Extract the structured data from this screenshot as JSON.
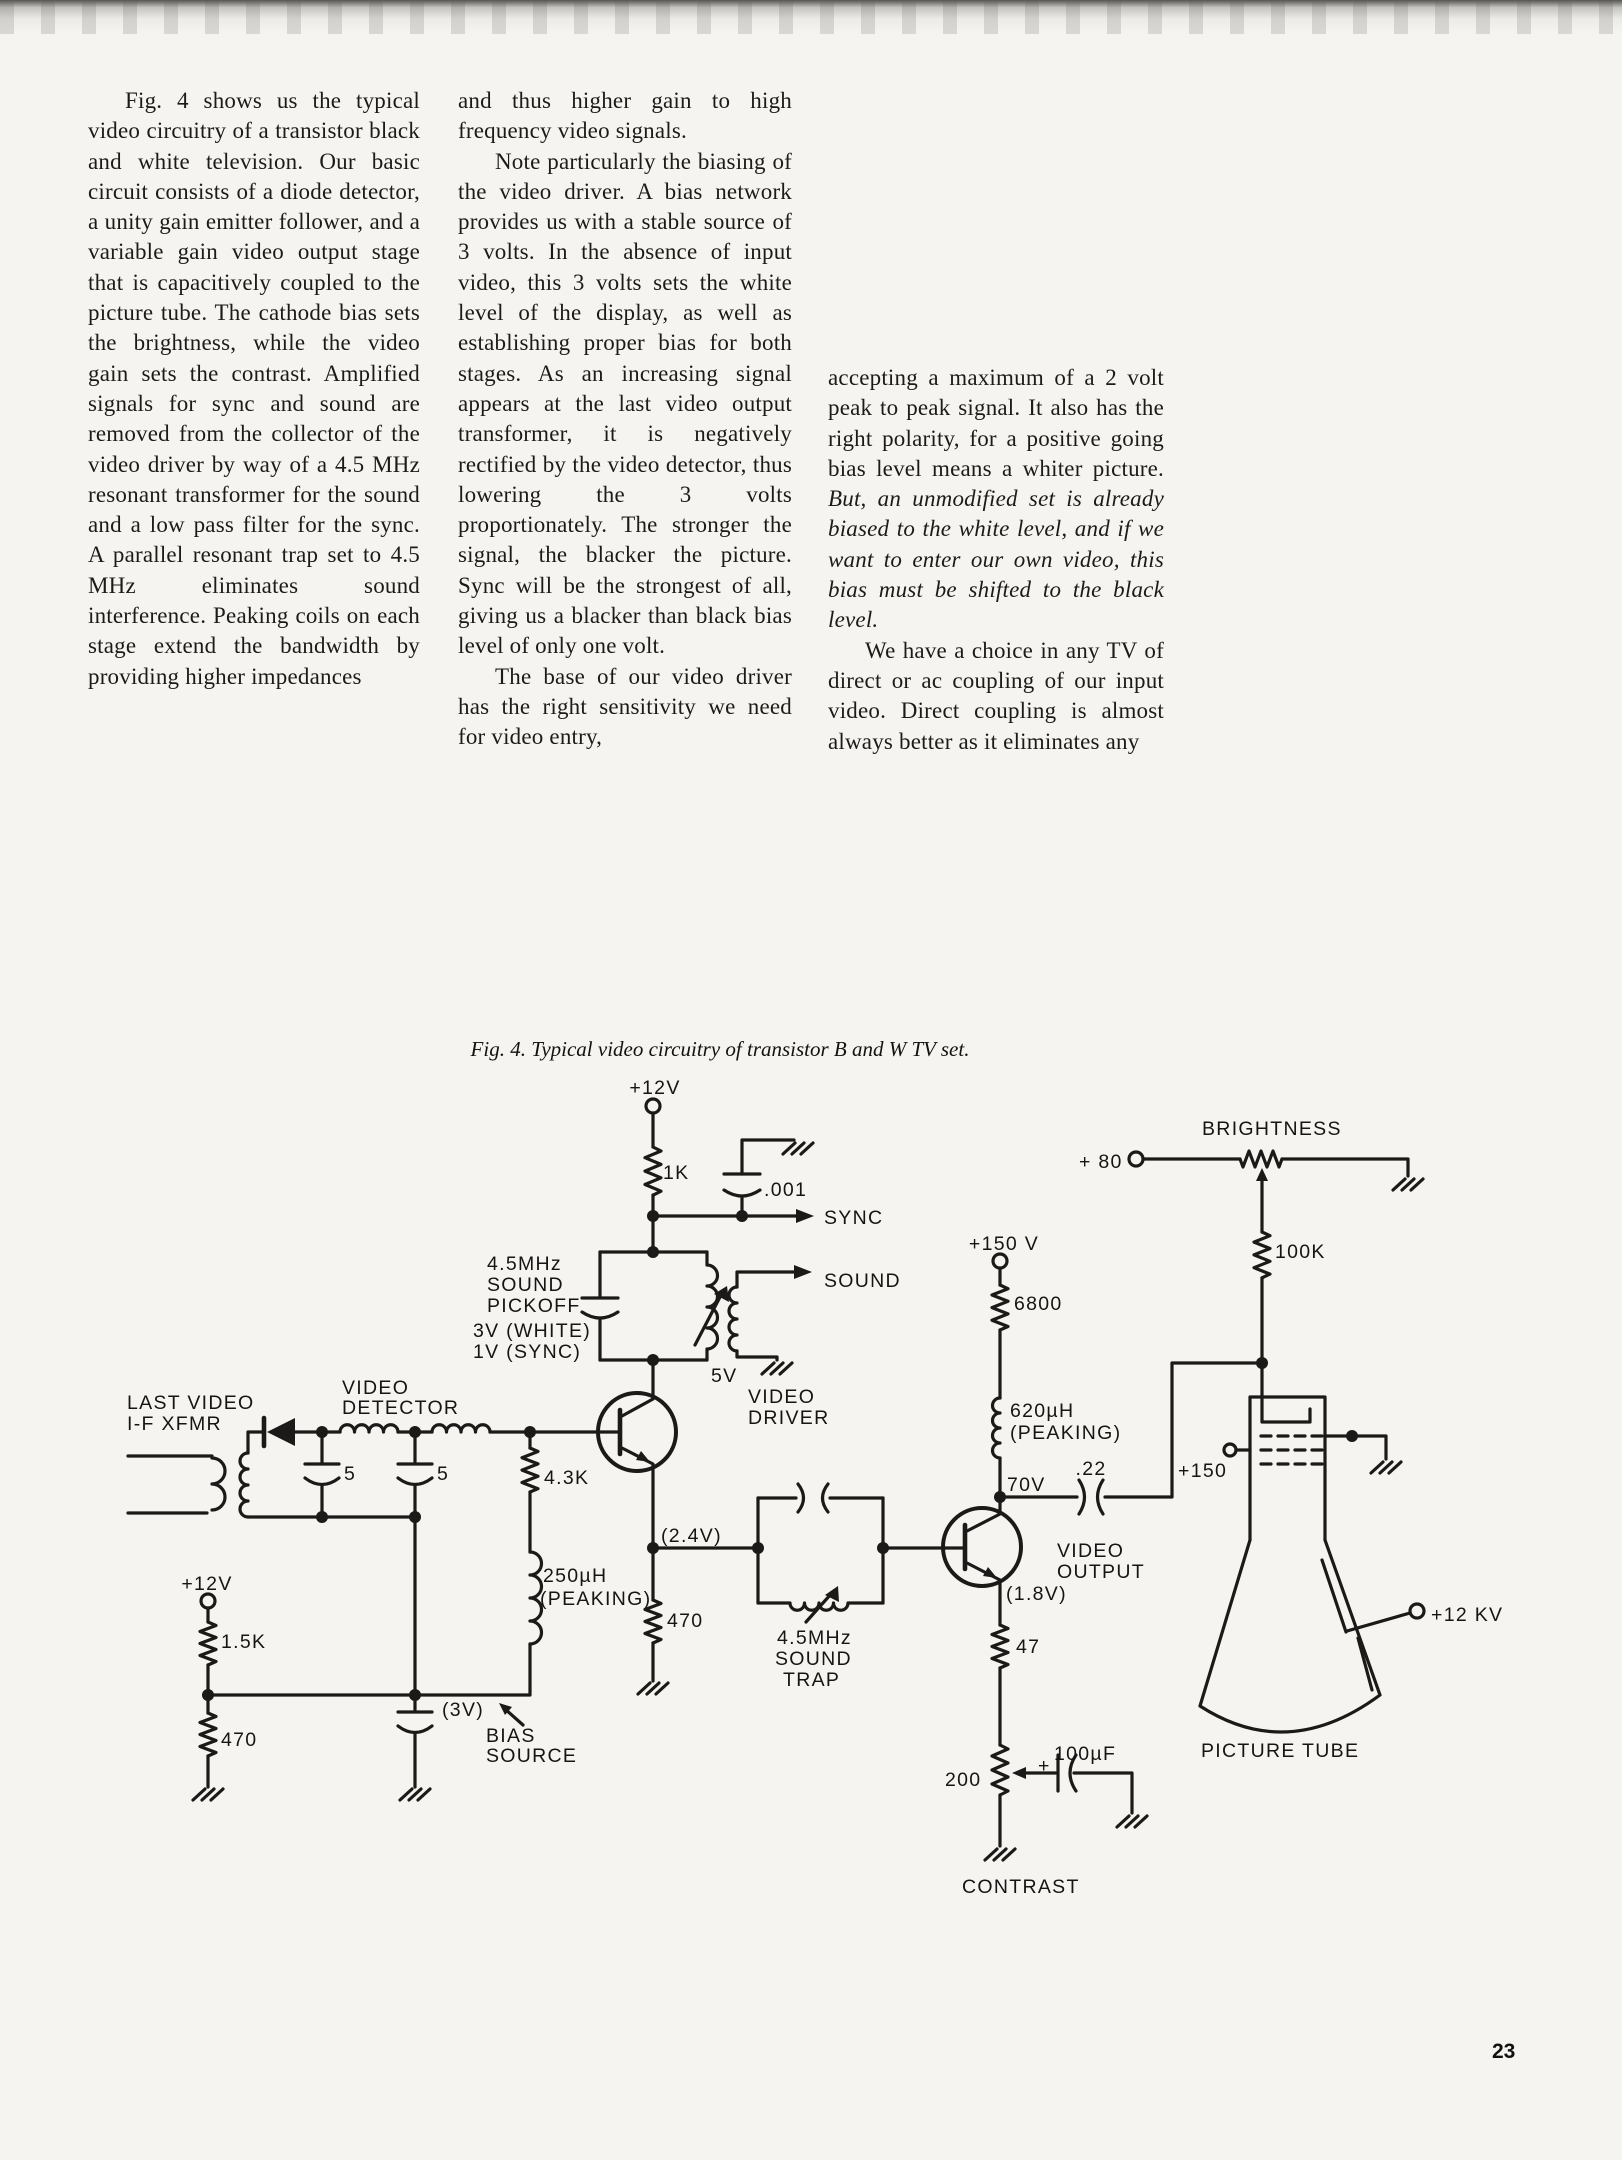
{
  "article": {
    "col1": {
      "p1": "Fig. 4 shows us the typical video circuitry of a transistor black and white television. Our basic circuit consists of a diode detector, a unity gain emitter follower, and a variable gain video output stage that is capacitively coupled to the picture tube. The cathode bias sets the brightness, while the video gain sets the contrast. Amplified signals for sync and sound are removed from the collector of the video driver by way of a 4.5 MHz resonant transformer for the sound and a low pass filter for the sync. A parallel resonant trap set to 4.5 MHz eliminates sound interference. Peaking coils on each stage extend the bandwidth by providing higher impedances"
    },
    "col2": {
      "p1": "and thus higher gain to high frequency video signals.",
      "p2": "Note particularly the biasing of the video driver. A bias network provides us with a stable source of 3 volts. In the absence of input video, this 3 volts sets the white level of the display, as well as establishing proper bias for both stages. As an increasing signal appears at the last video output transformer, it is negatively rectified by the video detector, thus lowering the 3 volts proportionately. The stronger the signal, the blacker the picture. Sync will be the strongest of all, giving us a blacker than black bias level of only one volt.",
      "p3": "The base of our video driver has the right sensitivity we need for video entry,"
    },
    "col3": {
      "p1_normal": "accepting a maximum of a 2 volt peak to peak signal. It also has the right polarity, for a positive going bias level means a whiter picture. ",
      "p1_italic": "But, an unmodified set is already biased to the white level, and if we want to enter our own video, this bias must be shifted to the black level.",
      "p2": "We have a choice in any TV of direct or ac coupling of our input video. Direct coupling is almost always better as it eliminates any"
    }
  },
  "figure": {
    "caption": "Fig. 4. Typical video circuitry of transistor B and W TV set."
  },
  "page_number": "23",
  "schematic": {
    "labels": {
      "plus12v_top": "+12V",
      "r1k": "1K",
      "c001": ".001",
      "sync": "SYNC",
      "pickoff1": "4.5MHz",
      "pickoff2": "SOUND",
      "pickoff3": "PICKOFF",
      "white_level": "3V (WHITE)",
      "sync_level": "1V (SYNC)",
      "sound": "SOUND",
      "v5": "5V",
      "driver1": "VIDEO",
      "driver2": "DRIVER",
      "last_video1": "LAST VIDEO",
      "last_video2": "I-F XFMR",
      "detector1": "VIDEO",
      "detector2": "DETECTOR",
      "c5a": "5",
      "c5b": "5",
      "r43k": "4.3K",
      "v24": "(2.4V)",
      "l250a": "250µH",
      "l250b": "(PEAKING)",
      "r470_mid": "470",
      "plus12v_left": "+12V",
      "r15k": "1.5K",
      "r470_left": "470",
      "v3": "(3V)",
      "bias1": "BIAS",
      "bias2": "SOURCE",
      "trap1": "4.5MHz",
      "trap2": "SOUND",
      "trap3": "TRAP",
      "plus150v": "+150 V",
      "r6800": "6800",
      "l620a": "620µH",
      "l620b": "(PEAKING)",
      "v70": "70V",
      "c22": ".22",
      "plus150": "+150",
      "output1": "VIDEO",
      "output2": "OUTPUT",
      "v18": "(1.8V)",
      "r47": "47",
      "r200": "200",
      "plus_sign": "+",
      "c100uf": "100µF",
      "contrast": "CONTRAST",
      "brightness": "BRIGHTNESS",
      "plus80": "+ 80",
      "r100k": "100K",
      "kv12": "+12 KV",
      "picture_tube": "PICTURE TUBE"
    }
  }
}
